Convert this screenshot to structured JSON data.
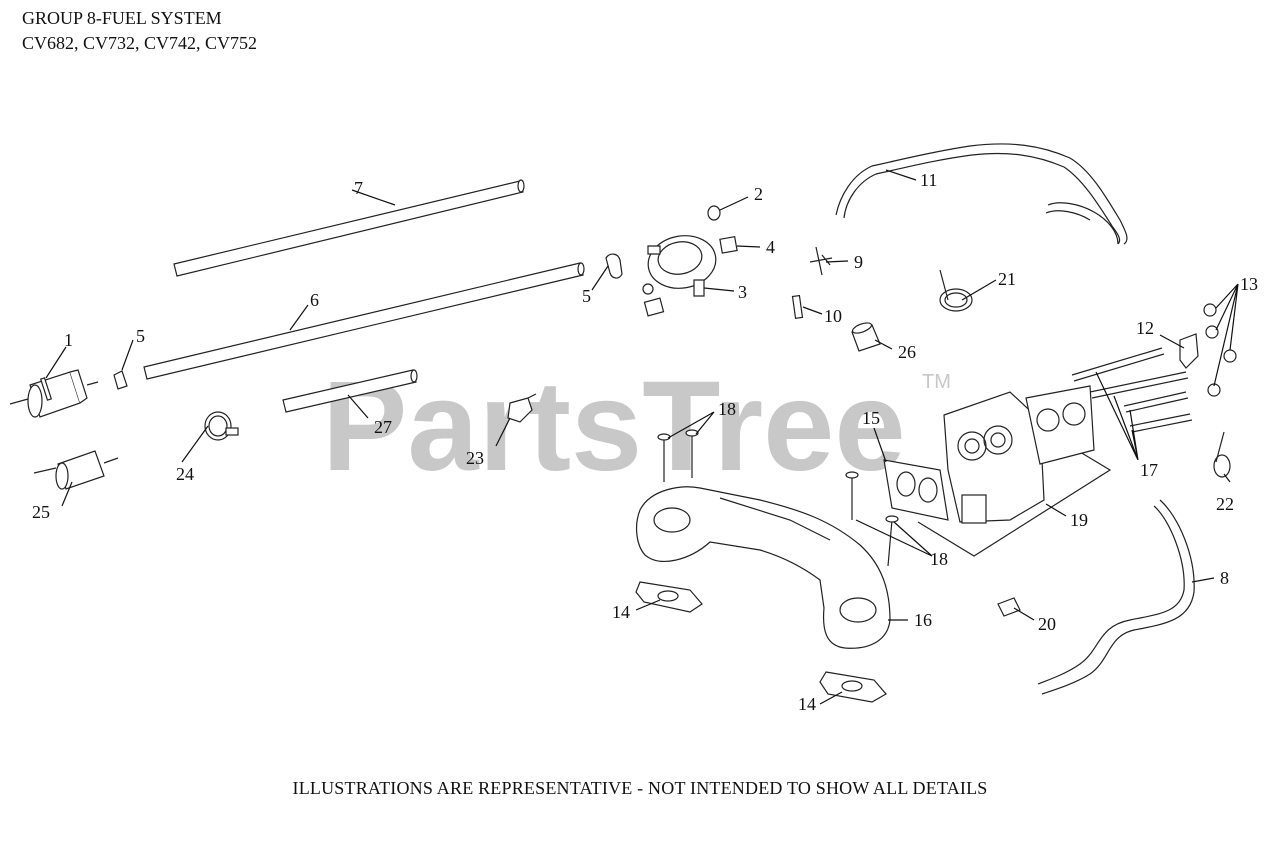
{
  "header": {
    "line1": "GROUP 8-FUEL SYSTEM",
    "line2": "CV682, CV732, CV742, CV752"
  },
  "footer": {
    "note": "ILLUSTRATIONS ARE REPRESENTATIVE - NOT INTENDED TO SHOW ALL DETAILS"
  },
  "watermark": {
    "brand": "PartsTree",
    "mark": "TM"
  },
  "callouts": [
    {
      "id": "c1",
      "label": "1"
    },
    {
      "id": "c2",
      "label": "2"
    },
    {
      "id": "c3",
      "label": "3"
    },
    {
      "id": "c4",
      "label": "4"
    },
    {
      "id": "c5a",
      "label": "5"
    },
    {
      "id": "c5b",
      "label": "5"
    },
    {
      "id": "c6",
      "label": "6"
    },
    {
      "id": "c7",
      "label": "7"
    },
    {
      "id": "c8",
      "label": "8"
    },
    {
      "id": "c9",
      "label": "9"
    },
    {
      "id": "c10",
      "label": "10"
    },
    {
      "id": "c11",
      "label": "11"
    },
    {
      "id": "c12",
      "label": "12"
    },
    {
      "id": "c13",
      "label": "13"
    },
    {
      "id": "c14a",
      "label": "14"
    },
    {
      "id": "c14b",
      "label": "14"
    },
    {
      "id": "c15",
      "label": "15"
    },
    {
      "id": "c16",
      "label": "16"
    },
    {
      "id": "c17",
      "label": "17"
    },
    {
      "id": "c18a",
      "label": "18"
    },
    {
      "id": "c18b",
      "label": "18"
    },
    {
      "id": "c19",
      "label": "19"
    },
    {
      "id": "c20",
      "label": "20"
    },
    {
      "id": "c21",
      "label": "21"
    },
    {
      "id": "c22",
      "label": "22"
    },
    {
      "id": "c23",
      "label": "23"
    },
    {
      "id": "c24",
      "label": "24"
    },
    {
      "id": "c25",
      "label": "25"
    },
    {
      "id": "c26",
      "label": "26"
    },
    {
      "id": "c27",
      "label": "27"
    }
  ]
}
